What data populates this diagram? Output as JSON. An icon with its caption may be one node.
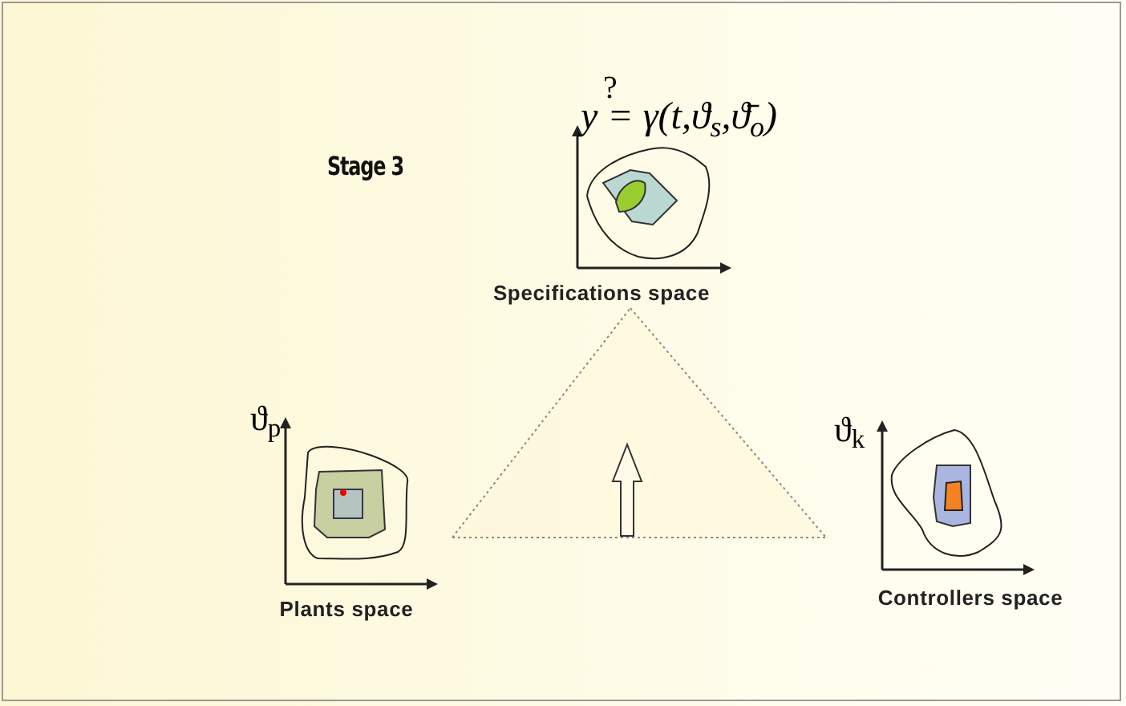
{
  "diagram": {
    "nodes": [
      {
        "text": [
          "Specifications space"
        ],
        "beside": [
          "?",
          "y = γ(t,ϑ$_{s}$,ϑ̄$_{o}$)"
        ]
      },
      {
        "text": [
          "Plants space"
        ],
        "beside": [
          "ϑ$_{p}$"
        ]
      },
      {
        "text": [
          "Controllers space"
        ],
        "beside": [
          "ϑ$_{k}$"
        ]
      }
    ],
    "edges": [
      {
        "from": 1,
        "to": 0,
        "arrow": "none",
        "style": "dashed"
      },
      {
        "from": 0,
        "to": 2,
        "arrow": "none",
        "style": "dashed"
      },
      {
        "from": 1,
        "to": 2,
        "arrow": "none",
        "style": "dashed"
      }
    ],
    "labels": [
      "Stage 3"
    ]
  }
}
